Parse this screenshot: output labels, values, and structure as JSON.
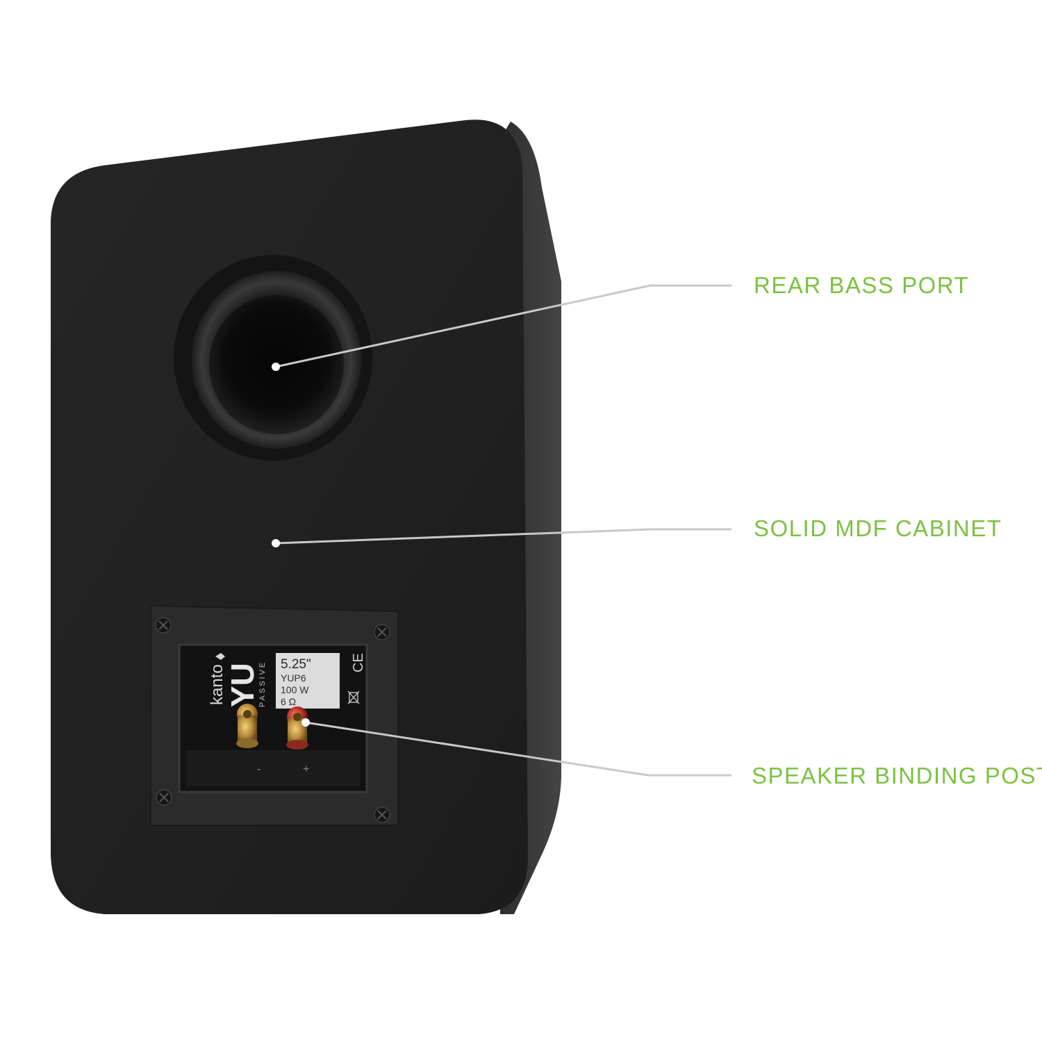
{
  "colors": {
    "background": "#ffffff",
    "callout_text": "#7cc142",
    "callout_line": "#c9c9c9",
    "cabinet_front": "#222222",
    "cabinet_side": "#3b3b3b",
    "terminal_plate": "#2a2a2a",
    "spec_card": "#dedede",
    "post_gold": "#c9a14a",
    "post_red": "#c0392b"
  },
  "callouts": [
    {
      "label": "REAR BASS PORT"
    },
    {
      "label": "SOLID MDF CABINET"
    },
    {
      "label": "SPEAKER BINDING POST"
    }
  ],
  "terminal_panel": {
    "brand": "kanto",
    "model_logo": "YU",
    "model_sub": "PASSIVE",
    "spec_size": "5.25\"",
    "spec_model": "YUP6",
    "spec_power": "100 W",
    "spec_impedance": "6 Ω",
    "cert_mark": "CE",
    "minus_mark": "-",
    "plus_mark": "+"
  },
  "icons": {
    "brand_logo": "kanto-bird-icon",
    "weee_mark": "crossed-bin-icon",
    "screw": "phillips-screw-icon"
  }
}
